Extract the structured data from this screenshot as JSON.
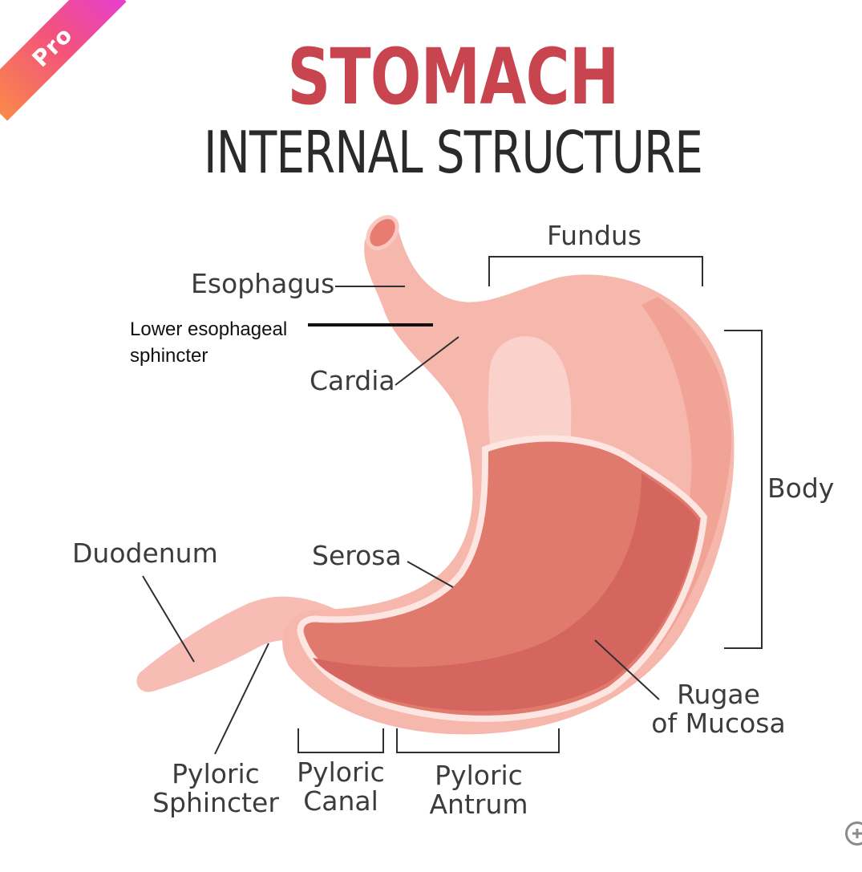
{
  "badge": {
    "label": "Pro",
    "gradient": [
      "#f9884a",
      "#f3527c",
      "#e63fd0"
    ]
  },
  "title": "STOMACH",
  "subtitle": "INTERNAL STRUCTURE",
  "colors": {
    "title_red": "#c8454f",
    "outer_wall": "#f6b7ad",
    "mucosa": "#e07a6d",
    "mucosa_dark": "#d4665f",
    "serosa_line": "#fde6e2"
  },
  "labels": {
    "esophagus": "Esophagus",
    "lower_sphincter_line1": "Lower esophageal",
    "lower_sphincter_line2": "sphincter",
    "cardia": "Cardia",
    "fundus": "Fundus",
    "body": "Body",
    "duodenum": "Duodenum",
    "serosa": "Serosa",
    "rugae_line1": "Rugae",
    "rugae_line2": "of Mucosa",
    "pyloric_sphincter_line1": "Pyloric",
    "pyloric_sphincter_line2": "Sphincter",
    "pyloric_canal_line1": "Pyloric",
    "pyloric_canal_line2": "Canal",
    "pyloric_antrum_line1": "Pyloric",
    "pyloric_antrum_line2": "Antrum"
  },
  "controls": {
    "zoom_icon": "zoom-in-icon"
  }
}
